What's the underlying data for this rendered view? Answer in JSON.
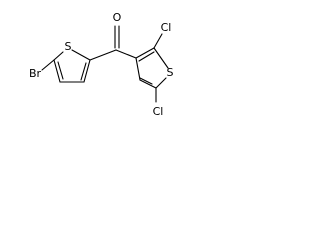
{
  "molecule": {
    "atoms": {
      "br": "Br",
      "s1": "S",
      "o": "O",
      "s2": "S",
      "cl_top": "Cl",
      "cl_bottom": "Cl"
    }
  }
}
